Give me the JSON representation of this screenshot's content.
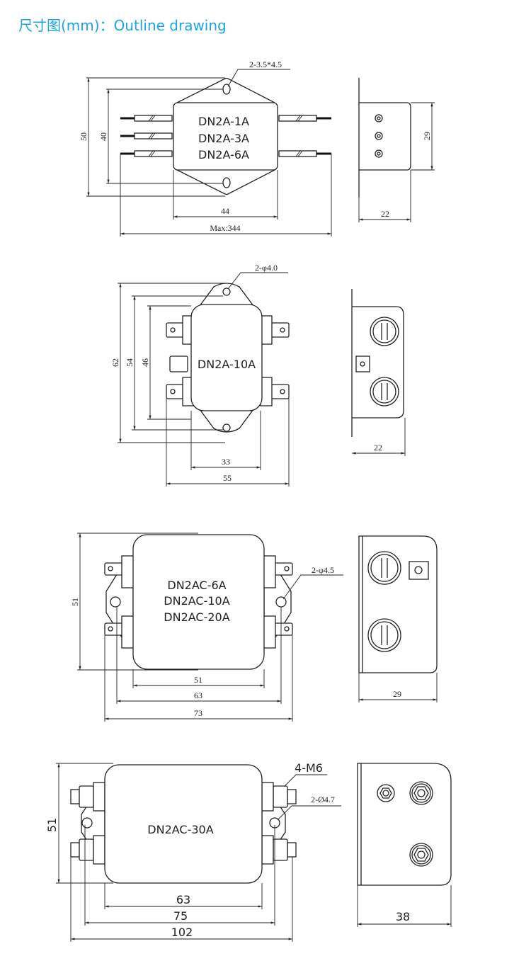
{
  "title": "尺寸图(mm)：Outline drawing",
  "accent_color": "#1ba4e6",
  "drawings": [
    {
      "models": [
        "DN2A-1A",
        "DN2A-3A",
        "DN2A-6A"
      ],
      "hole_note": "2-3.5*4.5",
      "dims": {
        "height_total": "50",
        "height_holes": "40",
        "body_width": "44",
        "max_length": "Max:344",
        "side_height": "29",
        "side_depth": "22"
      }
    },
    {
      "models": [
        "DN2A-10A"
      ],
      "hole_note": "2-φ4.0",
      "dims": {
        "height_total": "62",
        "height_holes": "54",
        "height_tabs": "46",
        "body_width": "33",
        "tab_width": "55",
        "side_depth": "22"
      }
    },
    {
      "models": [
        "DN2AC-6A",
        "DN2AC-10A",
        "DN2AC-20A"
      ],
      "hole_note": "2-φ4.5",
      "dims": {
        "height": "51",
        "body_width": "51",
        "hole_span": "63",
        "total_width": "73",
        "side_depth": "29"
      }
    },
    {
      "models": [
        "DN2AC-30A"
      ],
      "stud_note": "4-M6",
      "hole_note": "2-Ø4.7",
      "dims": {
        "height": "51",
        "body_width": "63",
        "hole_span": "75",
        "total_width": "102",
        "side_depth": "38"
      }
    }
  ]
}
